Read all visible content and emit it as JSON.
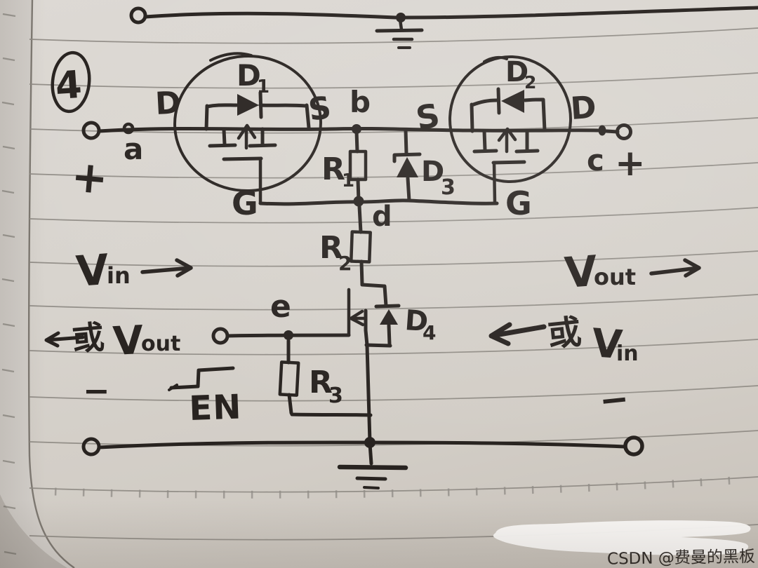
{
  "figure": {
    "number": "4"
  },
  "transistors": {
    "q1": {
      "drain_label": "D",
      "source_label": "S",
      "gate_label": "G",
      "body_diode": {
        "name": "D",
        "sub": "1"
      }
    },
    "q2": {
      "drain_label": "D",
      "source_label": "S",
      "gate_label": "G",
      "body_diode": {
        "name": "D",
        "sub": "2"
      }
    },
    "q3": {
      "body_diode": {
        "name": "D",
        "sub": "4"
      }
    }
  },
  "resistors": {
    "r1": {
      "name": "R",
      "sub": "1"
    },
    "r2": {
      "name": "R",
      "sub": "2"
    },
    "r3": {
      "name": "R",
      "sub": "3"
    }
  },
  "diodes": {
    "d3": {
      "name": "D",
      "sub": "3"
    }
  },
  "nodes": {
    "a": "a",
    "b": "b",
    "c": "c",
    "d": "d",
    "e": "e"
  },
  "polarity": {
    "left_plus": "+",
    "left_minus": "−",
    "right_plus": "+",
    "right_minus": "−"
  },
  "signals": {
    "enable": "EN"
  },
  "voltage_annotations": {
    "left_primary": {
      "symbol": "V",
      "sub": "in"
    },
    "left_alternate": {
      "or": "或",
      "symbol": "V",
      "sub": "out"
    },
    "right_primary": {
      "symbol": "V",
      "sub": "out"
    },
    "right_alternate": {
      "or": "或",
      "symbol": "V",
      "sub": "in"
    }
  },
  "watermark": {
    "text": "CSDN @费曼的黑板"
  },
  "colors": {
    "ink": "#282320",
    "paper": "#d8d4ce",
    "rule_line": "#8f8b85",
    "watermark": "#cbc7c2"
  }
}
